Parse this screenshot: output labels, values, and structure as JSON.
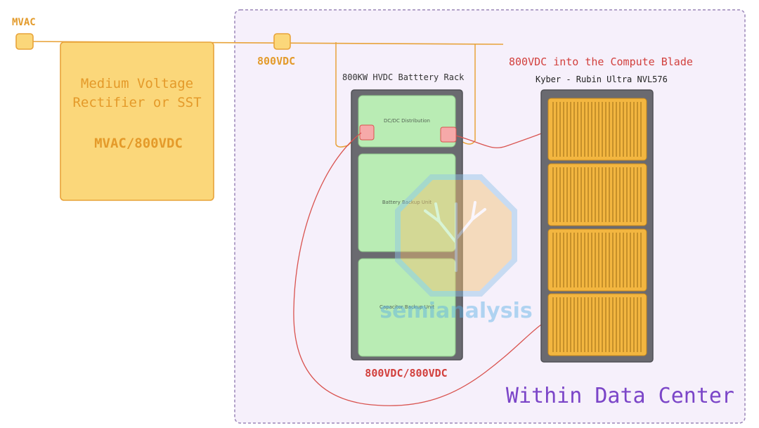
{
  "labels": {
    "mvac": "MVAC",
    "rectifier_line1": "Medium Voltage",
    "rectifier_line2": "Rectifier or SST",
    "rectifier_line3": "MVAC/800VDC",
    "bus_800vdc": "800VDC",
    "battery_rack_title": "800KW HVDC Batttery Rack",
    "compute_feed": "800VDC into the Compute Blade",
    "kyber_title": "Kyber - Rubin Ultra NVL576",
    "dc_distribution": "DC/DC Distribution",
    "battery_backup": "Battery Backup Unit",
    "capacitor_backup": "Capacitor Backup Unit",
    "rack_output": "800VDC/800VDC",
    "within_dc": "Within Data Center",
    "watermark": "semianalysis"
  },
  "colors": {
    "orange": "#e8a33a",
    "orange_text": "#e39b2c",
    "rectifier_fill": "#fbd77a",
    "rectifier_text": "#e49a2a",
    "red_line": "#d9534f",
    "red_text": "#d2403d",
    "purple_text": "#7b45c8",
    "datacenter_fill": "#f6f0fb",
    "datacenter_border": "#9a86b8",
    "rack_frame": "#6a6a70",
    "module_green": "#b9ecb4",
    "blade_gold": "#f3b640",
    "connector_pink": "#f6a9a9"
  }
}
